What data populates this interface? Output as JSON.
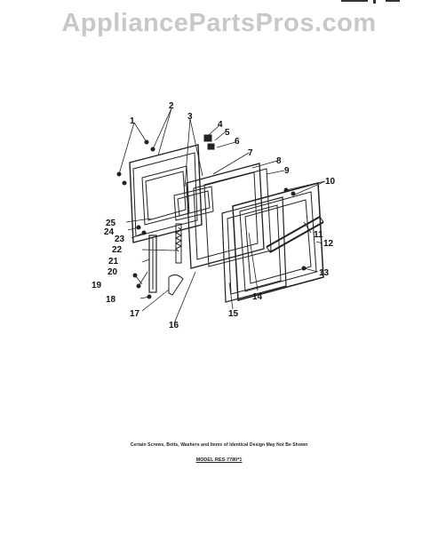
{
  "watermark": "AppliancePartsPros.com",
  "labels": [
    "1",
    "2",
    "3",
    "4",
    "5",
    "6",
    "7",
    "8",
    "9",
    "10",
    "11",
    "12",
    "13",
    "14",
    "15",
    "16",
    "17",
    "18",
    "19",
    "20",
    "21",
    "22",
    "23",
    "24",
    "25"
  ],
  "footer": {
    "note": "Certain Screws, Bolts, Washers and Items of Identical Design May Not Be Shown",
    "model": "MODEL RES-7780*1"
  },
  "colors": {
    "line": "#222222",
    "watermark": "#c8c8c8"
  }
}
